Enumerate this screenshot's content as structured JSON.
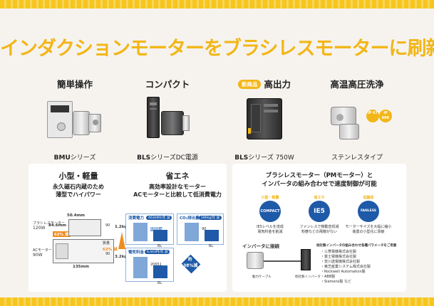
{
  "headline": "インダクションモーターをブラシレスモーターに刷新",
  "features": [
    {
      "title": "簡単操作",
      "caption_bold": "BMU",
      "caption": "シリーズ"
    },
    {
      "title": "コンパクト",
      "caption_bold": "BLS",
      "caption": "シリーズDC電源"
    },
    {
      "title": "高出力",
      "badge": "新商品",
      "caption_bold": "BLS",
      "caption": "シリーズ 750W"
    },
    {
      "title": "高温高圧洗浄",
      "caption_bold": "",
      "caption": "ステンレスタイプ",
      "ip_badges": [
        "IP 67",
        "IP 69K"
      ]
    }
  ],
  "left_panel": {
    "col1": {
      "title": "小型・軽量",
      "sub_line1": "永久磁石内蔵のため",
      "sub_line2": "薄型でハイパワー",
      "bls_label": "ブラシレスモーター",
      "bls_power": "120W",
      "ac_label": "ACモーター",
      "ac_power": "90W",
      "dim_top": "50.4mm",
      "dim_side": "84.6mm",
      "dim_bottom": "135mm",
      "reduction": "62% 減",
      "weight_a": "1.2kg",
      "weight_b": "3.2kg",
      "mass_label": "質量",
      "mass_reduction": "62% 減",
      "dim_v1": "90",
      "dim_v2": "90"
    },
    "col2": {
      "title": "省エネ",
      "sub_line1": "高効率設計なモーター",
      "sub_line2": "ACモーターと比較して低消費電力",
      "chart_power": {
        "head": "消費電力",
        "pill": "463kWh/年 減",
        "ac_value": "1955 a",
        "bls_label": "BL"
      },
      "chart_co2": {
        "head": "CO₂排出量",
        "pill": "186kg/年 減",
        "ac_value": "90",
        "bls_label": "BL"
      },
      "chart_cost": {
        "head": "電気料金",
        "pill": "6,443円/年 減",
        "ac_value": "20651",
        "bls_label": "BL"
      },
      "saving_badge_top": "約",
      "saving_badge": "38%減"
    }
  },
  "right_panel": {
    "title_line1": "ブラシレスモーター（PMモーター）と",
    "title_line2": "インバータの組み合わせで速度制御が可能",
    "icons": [
      {
        "tag": "小型・軽量",
        "label": "COMPACT",
        "desc_line1": "IE5レベルを達成",
        "desc_line2": "電気料金を削減"
      },
      {
        "tag": "省エネ",
        "label": "IE5",
        "desc_line1": "ファンレスで稼動音低減",
        "desc_line2": "粉塵などの飛散がない"
      },
      {
        "tag": "低騒音",
        "label": "FANLESS",
        "desc_line1": "モーターサイズを大幅に縮小",
        "desc_line2": "装置の小型化に貢献"
      }
    ],
    "inverter_title": "インバータに接続",
    "motor_cable_label": "動力ケーブル",
    "inverter_label": "他社製インバータ",
    "compat_title": "他社製インバータの組み合わせ各種パラメータをご用意",
    "compat_list": [
      "・三菱電機株式会社製",
      "・富士電機株式会社製",
      "・安川送電機株式会社製",
      "・東芝産業システム株式会社製",
      "・Rockwell Automation製",
      "・ABB製",
      "・Siemens製 など"
    ]
  },
  "colors": {
    "accent": "#f2b617",
    "blue": "#1e5aa8",
    "orange": "#f08c1e"
  }
}
